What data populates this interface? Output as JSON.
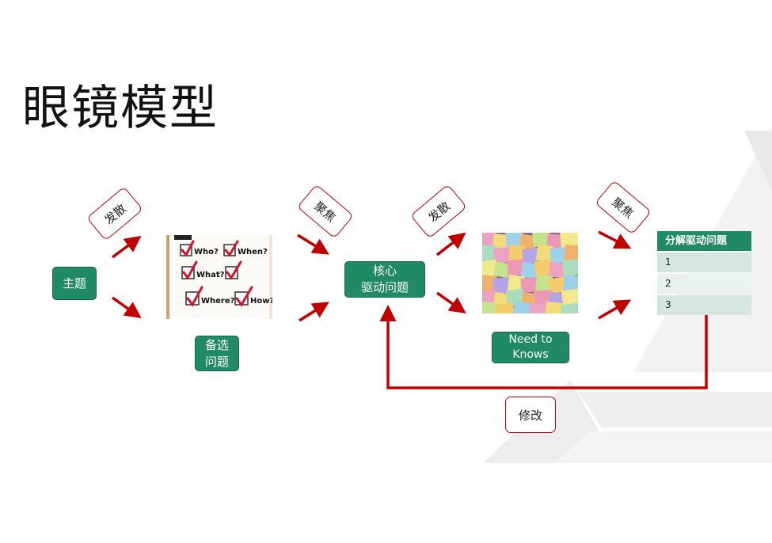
{
  "title": "眼镜模型",
  "nodes": {
    "theme": "主题",
    "candidate_line1": "备选",
    "candidate_line2": "问题",
    "core_line1": "核心",
    "core_line2": "驱动问题",
    "need_line1": "Need to",
    "need_line2": "Knows",
    "revise": "修改"
  },
  "tags": {
    "diverge1": "发散",
    "focus1": "聚焦",
    "diverge2": "发散",
    "focus2": "聚焦"
  },
  "checklist": {
    "items": [
      "Who?",
      "When?",
      "What?",
      "Where?",
      "How?"
    ]
  },
  "table": {
    "header": "分解驱动问题",
    "rows": [
      "1",
      "2",
      "3"
    ]
  },
  "colors": {
    "accent_green": "#1f8a63",
    "arrow_red": "#c00000"
  }
}
